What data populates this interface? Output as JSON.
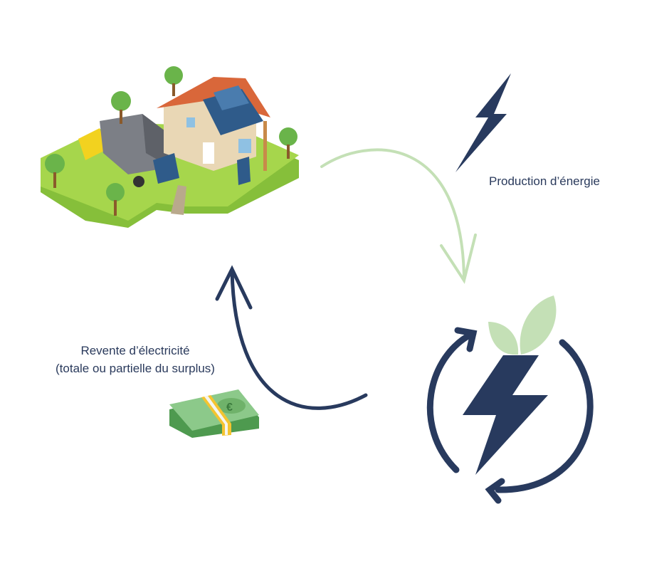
{
  "labels": {
    "production": "Production d’énergie",
    "resale_line1": "Revente d’électricité",
    "resale_line2": "(totale ou partielle du surplus)"
  },
  "icons": {
    "house": "house-solar-installation-illustration",
    "production": "lightning-bolt-icon",
    "green_energy": "renewable-energy-cycle-icon",
    "money": "euro-banknote-stack-icon"
  },
  "colors": {
    "navy": "#283a5e",
    "light_green": "#c4e0b6",
    "grass": "#9bcf45",
    "money_green": "#6fb26a"
  }
}
